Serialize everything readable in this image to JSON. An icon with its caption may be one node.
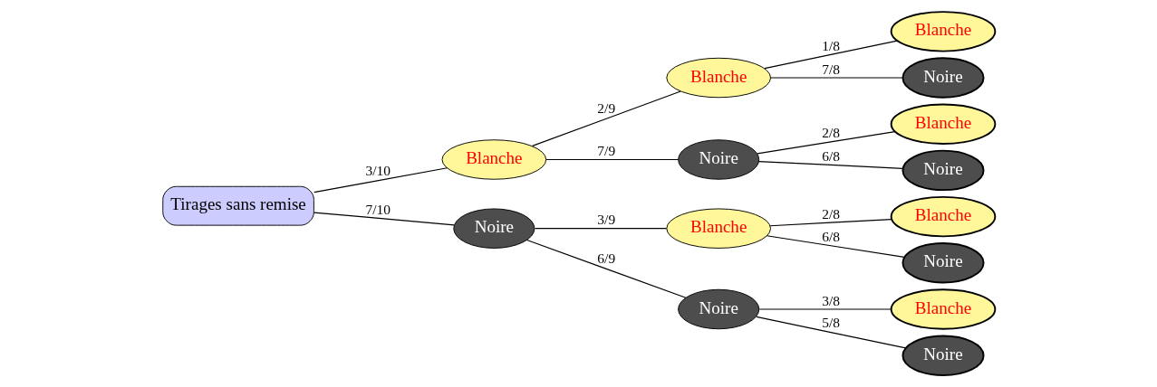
{
  "diagram": {
    "nodes": [
      {
        "text": [
          "Tirages sans remise"
        ]
      },
      {
        "text": [
          "Blanche"
        ]
      },
      {
        "text": [
          "Noire"
        ]
      },
      {
        "text": [
          "Blanche"
        ]
      },
      {
        "text": [
          "Noire"
        ]
      },
      {
        "text": [
          "Blanche"
        ]
      },
      {
        "text": [
          "Noire"
        ]
      },
      {
        "text": [
          "Blanche"
        ]
      },
      {
        "text": [
          "Noire"
        ]
      },
      {
        "text": [
          "Blanche"
        ]
      },
      {
        "text": [
          "Noire"
        ]
      },
      {
        "text": [
          "Blanche"
        ]
      },
      {
        "text": [
          "Noire"
        ]
      },
      {
        "text": [
          "Blanche"
        ]
      },
      {
        "text": [
          "Noire"
        ]
      }
    ],
    "edges": [
      {
        "from": 0,
        "to": 1,
        "arrow": "none",
        "label": "3/10"
      },
      {
        "from": 0,
        "to": 2,
        "arrow": "none",
        "label": "7/10"
      },
      {
        "from": 1,
        "to": 3,
        "arrow": "none",
        "label": "2/9"
      },
      {
        "from": 1,
        "to": 4,
        "arrow": "none",
        "label": "7/9"
      },
      {
        "from": 2,
        "to": 5,
        "arrow": "none",
        "label": "3/9"
      },
      {
        "from": 2,
        "to": 6,
        "arrow": "none",
        "label": "6/9"
      },
      {
        "from": 3,
        "to": 7,
        "arrow": "none",
        "label": "1/8"
      },
      {
        "from": 3,
        "to": 8,
        "arrow": "none",
        "label": "7/8"
      },
      {
        "from": 4,
        "to": 9,
        "arrow": "none",
        "label": "2/8"
      },
      {
        "from": 4,
        "to": 10,
        "arrow": "none",
        "label": "6/8"
      },
      {
        "from": 5,
        "to": 11,
        "arrow": "none",
        "label": "2/8"
      },
      {
        "from": 5,
        "to": 12,
        "arrow": "none",
        "label": "6/8"
      },
      {
        "from": 6,
        "to": 13,
        "arrow": "none",
        "label": "3/8"
      },
      {
        "from": 6,
        "to": 14,
        "arrow": "none",
        "label": "5/8"
      }
    ]
  }
}
